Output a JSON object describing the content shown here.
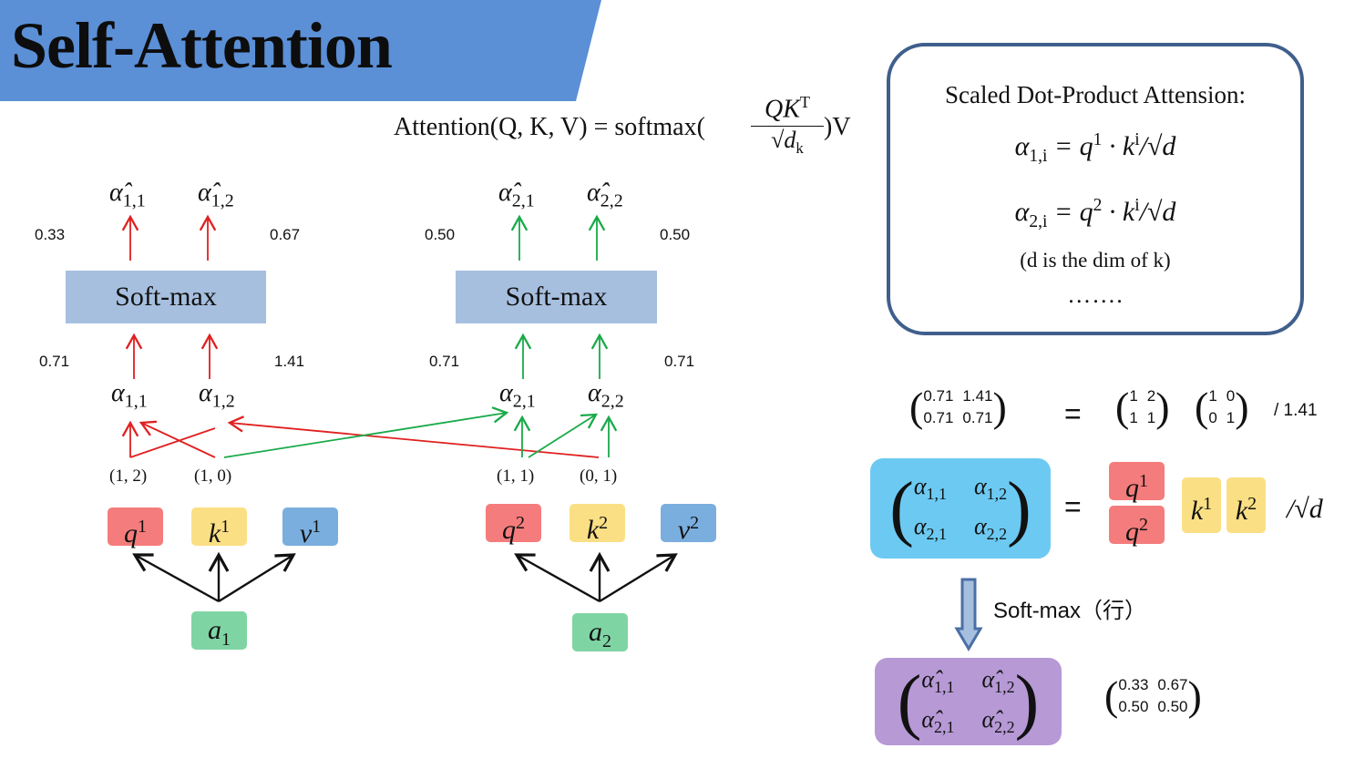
{
  "title": "Self-Attention",
  "formula": {
    "lhs": "Attention(Q, K, V) = softmax(",
    "numerator": "QK",
    "numerator_sup": "T",
    "denominator": "√d",
    "denominator_sub": "k",
    "rhs": ")V"
  },
  "left_group": {
    "outputs": [
      {
        "base": "α̂",
        "sub": "1,1"
      },
      {
        "base": "α̂",
        "sub": "1,2"
      }
    ],
    "softmax_label": "Soft-max",
    "out_values": [
      "0.33",
      "0.67"
    ],
    "in_values": [
      "0.71",
      "1.41"
    ],
    "alphas": [
      {
        "base": "α",
        "sub": "1,1"
      },
      {
        "base": "α",
        "sub": "1,2"
      }
    ],
    "vectors": [
      "(1, 2)",
      "(1, 0)"
    ],
    "q": {
      "base": "q",
      "sup": "1"
    },
    "k": {
      "base": "k",
      "sup": "1"
    },
    "v": {
      "base": "v",
      "sup": "1"
    },
    "a": {
      "base": "a",
      "sub": "1"
    }
  },
  "right_group": {
    "outputs": [
      {
        "base": "α̂",
        "sub": "2,1"
      },
      {
        "base": "α̂",
        "sub": "2,2"
      }
    ],
    "softmax_label": "Soft-max",
    "out_values": [
      "0.50",
      "0.50"
    ],
    "in_values": [
      "0.71",
      "0.71"
    ],
    "alphas": [
      {
        "base": "α",
        "sub": "2,1"
      },
      {
        "base": "α",
        "sub": "2,2"
      }
    ],
    "vectors": [
      "(1, 1)",
      "(0, 1)"
    ],
    "q": {
      "base": "q",
      "sup": "2"
    },
    "k": {
      "base": "k",
      "sup": "2"
    },
    "v": {
      "base": "v",
      "sup": "2"
    },
    "a": {
      "base": "a",
      "sub": "2"
    }
  },
  "scaled_box": {
    "title": "Scaled Dot-Product Attension:",
    "eq1": {
      "lhs_base": "α",
      "lhs_sub": "1,i",
      "rhs": "= q",
      "rhs_sup": "1",
      "tail": " · k",
      "tail_sup": "i",
      "end": "/√d"
    },
    "eq2": {
      "lhs_base": "α",
      "lhs_sub": "2,i",
      "rhs": "= q",
      "rhs_sup": "2",
      "tail": " · k",
      "tail_sup": "i",
      "end": "/√d"
    },
    "note": "(d is the dim of k)",
    "dots": "……."
  },
  "matrix_eq": {
    "result": [
      "0.71",
      "1.41",
      "0.71",
      "0.71"
    ],
    "equals": "=",
    "m1": [
      "1",
      "2",
      "1",
      "1"
    ],
    "m2": [
      "1",
      "0",
      "0",
      "1"
    ],
    "divisor": "/ 1.41"
  },
  "alpha_matrix": {
    "cells": [
      {
        "base": "α",
        "sub": "1,1"
      },
      {
        "base": "α",
        "sub": "1,2"
      },
      {
        "base": "α",
        "sub": "2,1"
      },
      {
        "base": "α",
        "sub": "2,2"
      }
    ],
    "equals": "=",
    "q1": {
      "base": "q",
      "sup": "1"
    },
    "q2": {
      "base": "q",
      "sup": "2"
    },
    "k1": {
      "base": "k",
      "sup": "1"
    },
    "k2": {
      "base": "k",
      "sup": "2"
    },
    "divisor": "/√d"
  },
  "softmax_row_label": "Soft-max（行）",
  "hat_matrix": {
    "cells": [
      {
        "base": "α̂",
        "sub": "1,1"
      },
      {
        "base": "α̂",
        "sub": "1,2"
      },
      {
        "base": "α̂",
        "sub": "2,1"
      },
      {
        "base": "α̂",
        "sub": "2,2"
      }
    ],
    "values": [
      "0.33",
      "0.67",
      "0.50",
      "0.50"
    ]
  },
  "colors": {
    "title_band": "#5b8fd6",
    "softmax_box": "#a6bfdf",
    "query": "#f57c7c",
    "key": "#fbdf84",
    "value": "#7aaede",
    "input": "#7fd4a4",
    "alpha_matrix": "#6ccaf2",
    "hat_matrix": "#b799d6",
    "arrow_red": "#e02020",
    "arrow_green": "#1aaa4a",
    "box_border": "#3f5f8c"
  }
}
